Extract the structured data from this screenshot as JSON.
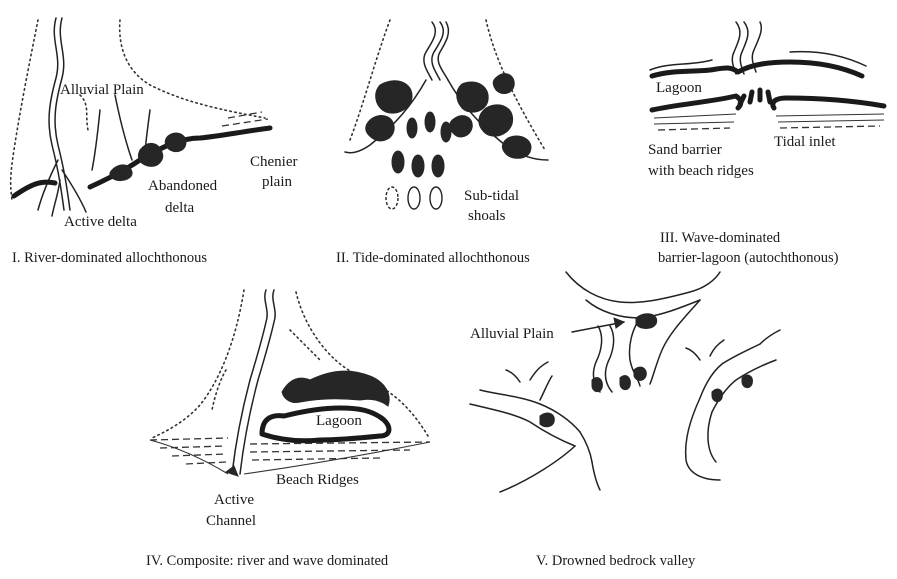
{
  "panel1": {
    "caption": "I. River-dominated allochthonous",
    "labels": [
      "Alluvial Plain",
      "Abandoned",
      "delta",
      "Chenier",
      "plain",
      "Active delta"
    ]
  },
  "panel2": {
    "caption": "II. Tide-dominated allochthonous",
    "labels": [
      "Sub-tidal",
      "shoals"
    ]
  },
  "panel3": {
    "caption_line1": "III. Wave-dominated",
    "caption_line2": "barrier-lagoon (autochthonous)",
    "labels": [
      "Lagoon",
      "Sand barrier",
      "with beach ridges",
      "Tidal inlet"
    ]
  },
  "panel4": {
    "caption": "IV. Composite: river and wave dominated",
    "labels": [
      "Lagoon",
      "Beach Ridges",
      "Active",
      "Channel"
    ]
  },
  "panel5": {
    "caption": "V. Drowned bedrock valley",
    "labels": [
      "Alluvial Plain"
    ]
  }
}
